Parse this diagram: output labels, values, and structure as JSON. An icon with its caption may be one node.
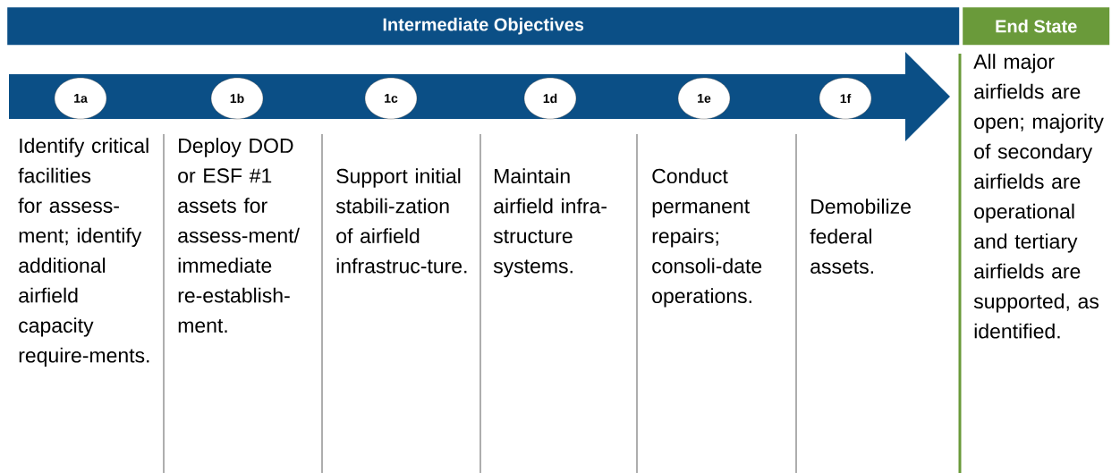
{
  "diagram": {
    "nodes": [
      {
        "text": [
          "Intermediate Objectives"
        ]
      },
      {
        "text": [
          "End State"
        ],
        "beside": [
          "All major airfields are open; majority of secondary airfields are operational and tertiary airfields are supported, as identified."
        ]
      },
      {
        "text": [
          "1a"
        ],
        "beside": [
          "Identify critical facilities for assess-ment; identify additional airfield capacity require-ments."
        ]
      },
      {
        "text": [
          "1b"
        ],
        "beside": [
          "Deploy DOD or ESF #1 assets for assess-ment/ immediate re-establish-ment."
        ]
      },
      {
        "text": [
          "1c"
        ],
        "beside": [
          "Support initial stabili-zation of airfield infrastruc-ture."
        ]
      },
      {
        "text": [
          "1d"
        ],
        "beside": [
          "Maintain airfield infra-structure systems."
        ]
      },
      {
        "text": [
          "1e"
        ],
        "beside": [
          "Conduct permanent repairs; consoli-date operations."
        ]
      },
      {
        "text": [
          "1f"
        ],
        "beside": [
          "Demobilize federal assets."
        ]
      }
    ]
  }
}
